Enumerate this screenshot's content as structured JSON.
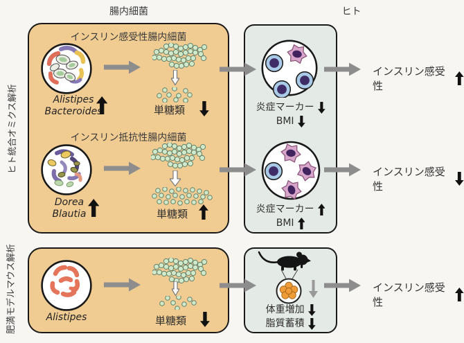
{
  "figure": {
    "column_labels": {
      "left": "腸内細菌",
      "right": "ヒト"
    },
    "section_labels": {
      "top": "ヒト統合オミクス解析",
      "bottom": "肥満モデルマウス解析"
    },
    "rows": {
      "r1": {
        "title": "インスリン感受性腸内細菌",
        "bacteria": {
          "line1": "Alistipes",
          "line2": "Bacteroides",
          "trend": "up"
        },
        "sugar": {
          "label": "単糖類",
          "trend": "down"
        },
        "inflammation": {
          "label": "炎症マーカー",
          "trend": "down"
        },
        "bmi": {
          "label": "BMI",
          "trend": "down"
        },
        "outcome": {
          "label": "インスリン感受性",
          "trend": "up"
        }
      },
      "r2": {
        "title": "インスリン抵抗性腸内細菌",
        "bacteria": {
          "line1": "Dorea",
          "line2": "Blautia",
          "trend": "up"
        },
        "sugar": {
          "label": "単糖類",
          "trend": "up"
        },
        "inflammation": {
          "label": "炎症マーカー",
          "trend": "up"
        },
        "bmi": {
          "label": "BMI",
          "trend": "up"
        },
        "outcome": {
          "label": "インスリン感受性",
          "trend": "down"
        }
      },
      "r3": {
        "bacteria": {
          "line1": "Alistipes"
        },
        "sugar": {
          "label": "単糖類",
          "trend": "down"
        },
        "weight": {
          "label": "体重増加",
          "trend": "down"
        },
        "lipid": {
          "label": "脂質蓄積",
          "trend": "down"
        },
        "outcome": {
          "label": "インスリン感受性",
          "trend": "up"
        }
      }
    },
    "colors": {
      "gut_bacteria_box": "#f1cc92",
      "human_box": "#e4ebe6",
      "flow_arrow": "#8d8d8d",
      "background": "#f7f6f2"
    }
  }
}
